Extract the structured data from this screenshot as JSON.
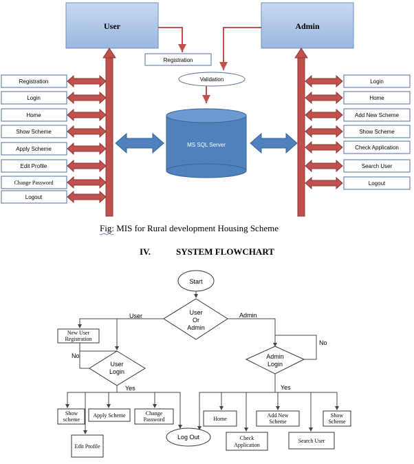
{
  "diagram": {
    "user_box": "User",
    "admin_box": "Admin",
    "registration": "Registration",
    "validation": "Validation",
    "database": "MS SQL Server",
    "user_menu": [
      "Registration",
      "Login",
      "Home",
      "Show Scheme",
      "Apply Scheme",
      "Edit Profile",
      "Change Password",
      "Logout"
    ],
    "admin_menu": [
      "Login",
      "Home",
      "Add New Scheme",
      "Show Scheme",
      "Check Application",
      "Search User",
      "Logout"
    ],
    "caption_prefix": "Fig",
    "caption_rest": ": MIS for Rural development Housing Scheme"
  },
  "section": {
    "number": "IV.",
    "title": "SYSTEM FLOWCHART"
  },
  "flowchart": {
    "start": "Start",
    "decision": [
      "User",
      "Or",
      "Admin"
    ],
    "branch_user": "User",
    "branch_admin": "Admin",
    "new_user": [
      "New User",
      "Registration"
    ],
    "user_login": [
      "User",
      "Login"
    ],
    "admin_login": [
      "Admin",
      "Login"
    ],
    "no_left": "No",
    "no_right": "No",
    "yes_left": "Yes",
    "yes_right": "Yes",
    "user_items": {
      "show_scheme": [
        "Show",
        "scheme"
      ],
      "apply_scheme": "Apply Scheme",
      "change_password": [
        "Change",
        "Password"
      ],
      "edit_profile": "Edit Profile"
    },
    "logout": "Log Out",
    "admin_items": {
      "home": "Home",
      "check_application": [
        "Check",
        "Application"
      ],
      "add_new_scheme": [
        "Add New",
        "Scheme"
      ],
      "search_user": "Search User",
      "show_scheme": [
        "Show",
        "Scheme"
      ]
    }
  }
}
